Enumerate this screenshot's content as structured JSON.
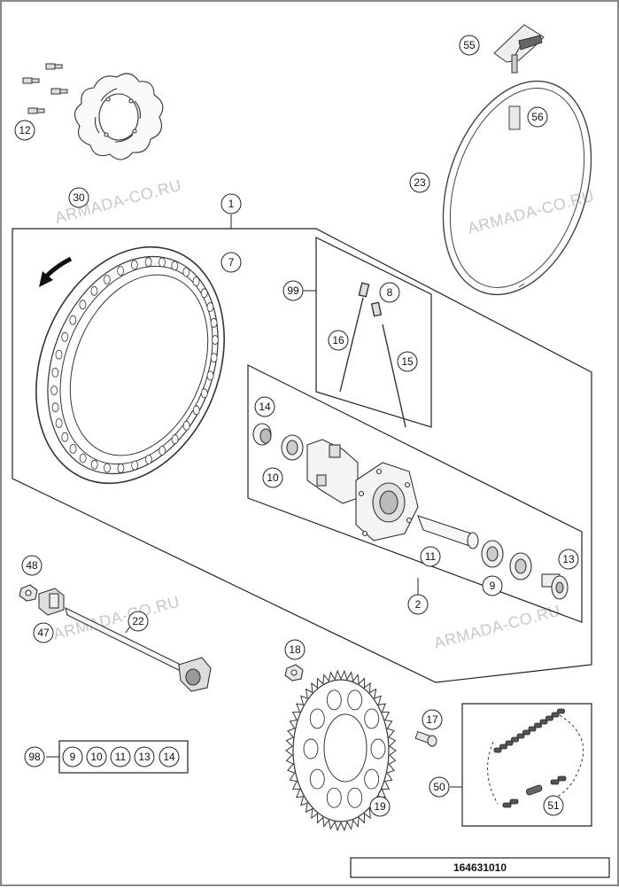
{
  "document_number": "164631010",
  "watermarks": [
    "ARMADA-CO.RU",
    "ARMADA-CO.RU",
    "ARMADA-CO.RU",
    "ARMADA-CO.RU"
  ],
  "callouts": {
    "c55": "55",
    "c56": "56",
    "c23": "23",
    "c12": "12",
    "c30": "30",
    "c1": "1",
    "c7": "7",
    "c99": "99",
    "c8": "8",
    "c16": "16",
    "c15": "15",
    "c14": "14",
    "c10": "10",
    "c11": "11",
    "c13": "13",
    "c9": "9",
    "c2": "2",
    "c48": "48",
    "c47": "47",
    "c22": "22",
    "c18": "18",
    "c17": "17",
    "c19": "19",
    "c50": "50",
    "c51": "51",
    "c98": "98"
  },
  "kit_98": [
    "9",
    "10",
    "11",
    "13",
    "14"
  ]
}
